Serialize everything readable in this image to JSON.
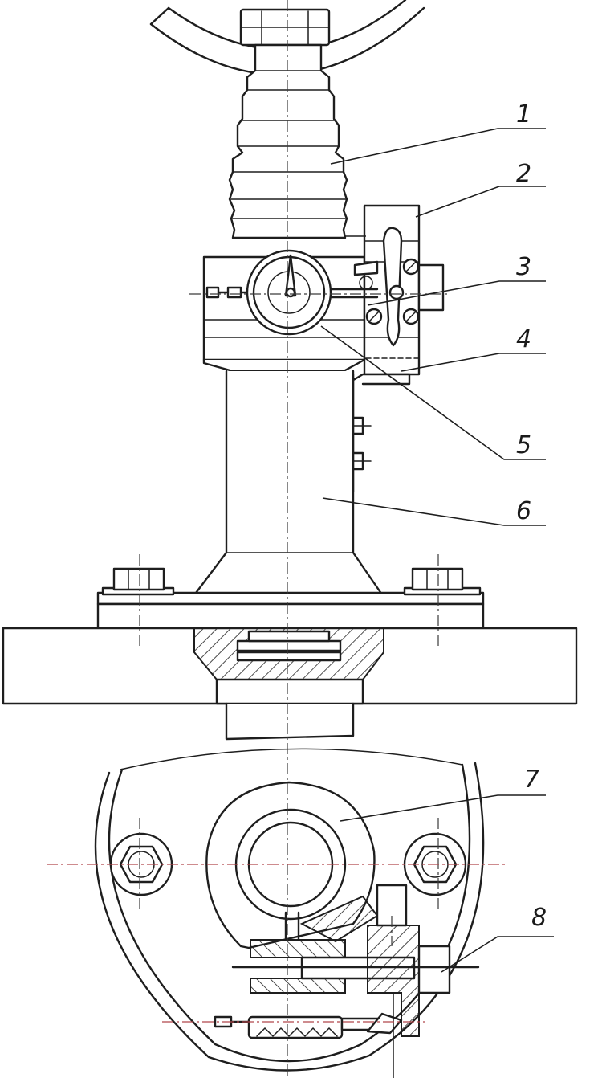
{
  "callouts": [
    {
      "id": 1,
      "text": "1"
    },
    {
      "id": 2,
      "text": "2"
    },
    {
      "id": 3,
      "text": "3"
    },
    {
      "id": 4,
      "text": "4"
    },
    {
      "id": 5,
      "text": "5"
    },
    {
      "id": 6,
      "text": "6"
    },
    {
      "id": 7,
      "text": "7"
    },
    {
      "id": 8,
      "text": "8"
    }
  ],
  "colors": {
    "ink": "#1e1e1e",
    "paper": "#ffffff",
    "centerline_accent": "#b0464a"
  }
}
